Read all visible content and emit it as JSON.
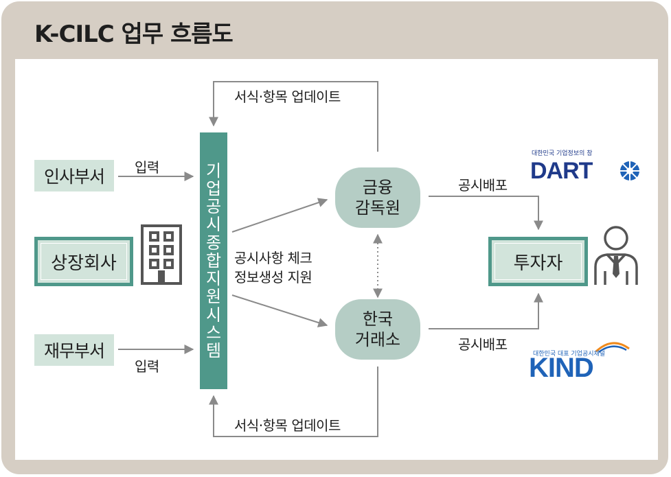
{
  "title": "K-CILC 업무 흐름도",
  "nodes": {
    "hr_dept": "인사부서",
    "listed_company": "상장회사",
    "finance_dept": "재무부서",
    "system": [
      "기",
      "업",
      "공",
      "시",
      "종",
      "합",
      "지",
      "원",
      "시",
      "스",
      "템"
    ],
    "fss_line1": "금융",
    "fss_line2": "감독원",
    "krx_line1": "한국",
    "krx_line2": "거래소",
    "investor": "투자자"
  },
  "edges": {
    "input_top": "입력",
    "input_bottom": "입력",
    "update_top": "서식·항목 업데이트",
    "update_bottom": "서식·항목 업데이트",
    "check_line1": "공시사항 체크",
    "check_line2": "정보생성 지원",
    "distribute_top": "공시배포",
    "distribute_bottom": "공시배포"
  },
  "logos": {
    "dart_tagline": "대한민국 기업정보의 창",
    "dart_name": "DART",
    "kind_tagline": "대한민국 대표 기업공시채널",
    "kind_name": "KIND"
  },
  "icons": [
    "building-icon",
    "investor-person-icon",
    "dart-logo",
    "kind-logo"
  ],
  "colors": {
    "frame": "#d6cec4",
    "teal": "#4f988a",
    "light_green": "#d2e4db",
    "pill": "#b5cdc5",
    "arrow": "#8a8a8a",
    "dart_blue": "#1f3a8a",
    "kind_blue": "#1f63b8",
    "kind_orange": "#f08a1c"
  }
}
